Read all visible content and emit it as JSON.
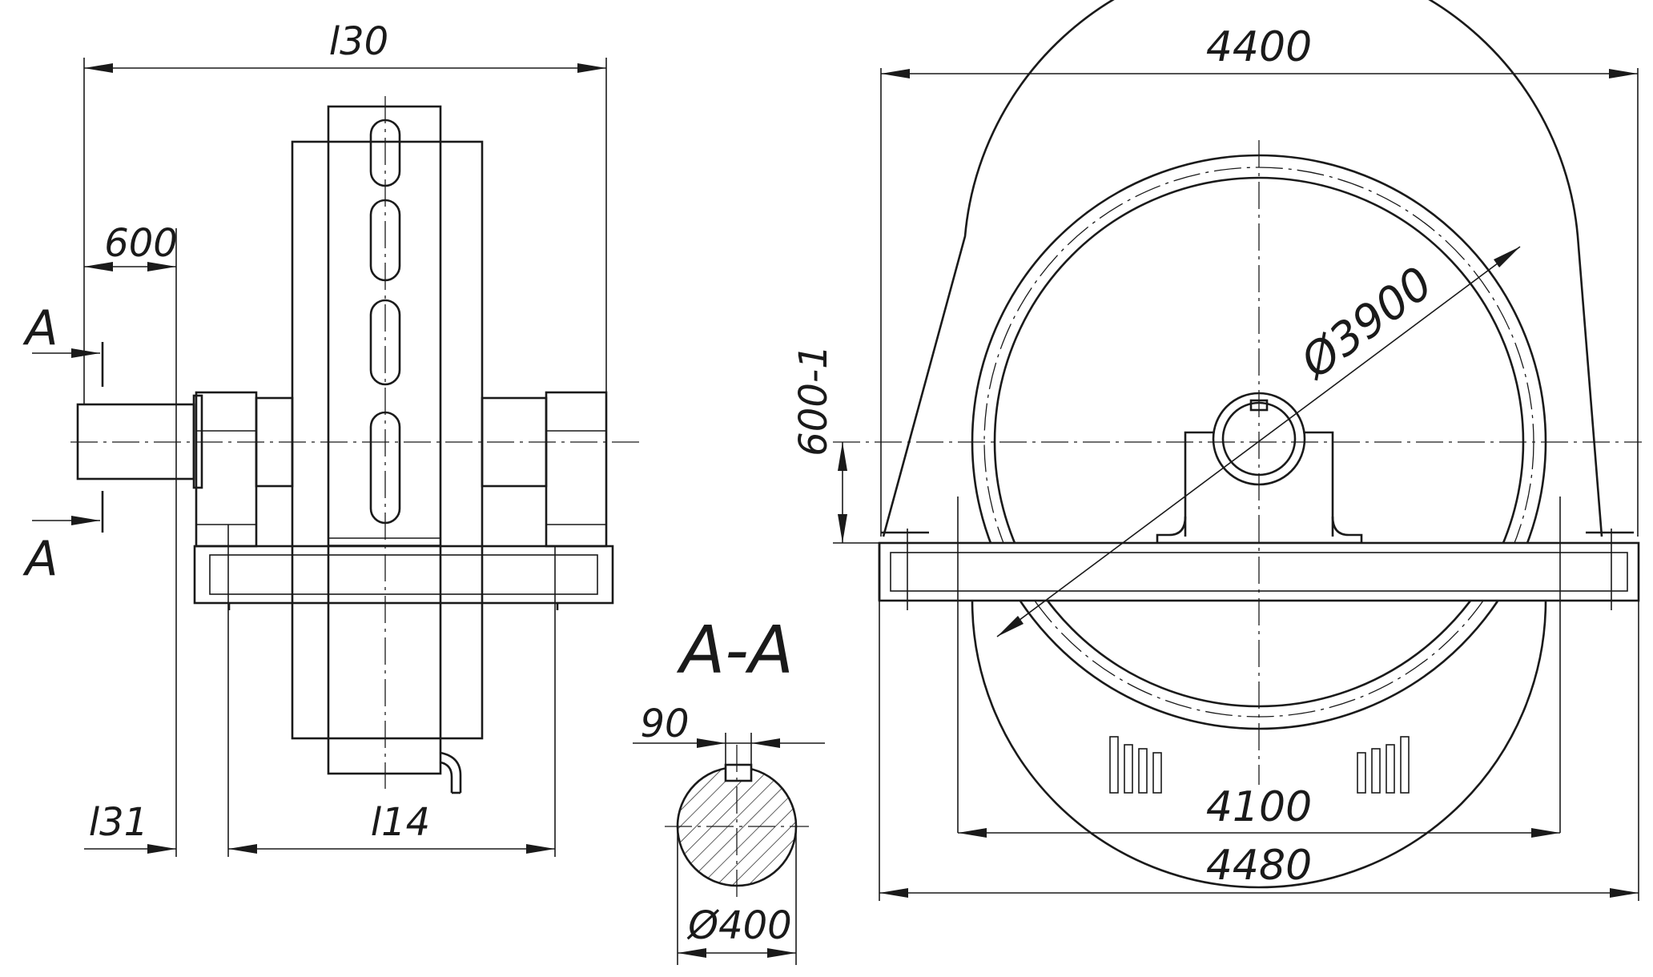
{
  "labels": {
    "l30": "l30",
    "l31": "l31",
    "l14": "l14",
    "dim_600": "600",
    "section_a_top": "A",
    "section_a_bottom": "A",
    "section_title": "A-A",
    "dim_90": "90",
    "dim_d400": "Ø400",
    "dim_4400": "4400",
    "dim_d3900": "Ø3900",
    "dim_600_1": "600-1",
    "dim_4100": "4100",
    "dim_4480": "4480"
  }
}
